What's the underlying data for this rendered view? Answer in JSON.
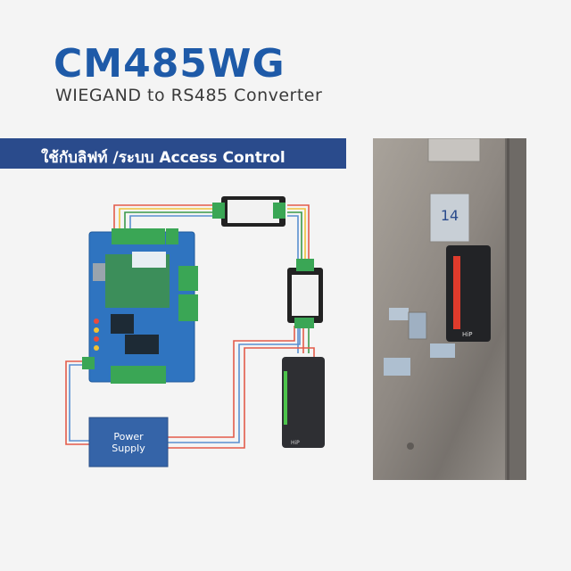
{
  "header": {
    "title": "CM485WG",
    "subtitle": "WIEGAND to RS485 Converter"
  },
  "banner": {
    "text": "ใช้กับลิฟท์ /ระบบ Access Control"
  },
  "diagram": {
    "power_supply_label_line1": "Power",
    "power_supply_label_line2": "Supply",
    "reader_logo": "HiP"
  },
  "photo": {
    "floor_number": "14",
    "reader_logo": "HiP"
  },
  "colors": {
    "title_blue": "#1e5aa8",
    "banner_navy": "#2a4b8c",
    "pcb_blue": "#2f74c0",
    "terminal_green": "#3aa655",
    "power_supply_blue": "#3564a8"
  }
}
